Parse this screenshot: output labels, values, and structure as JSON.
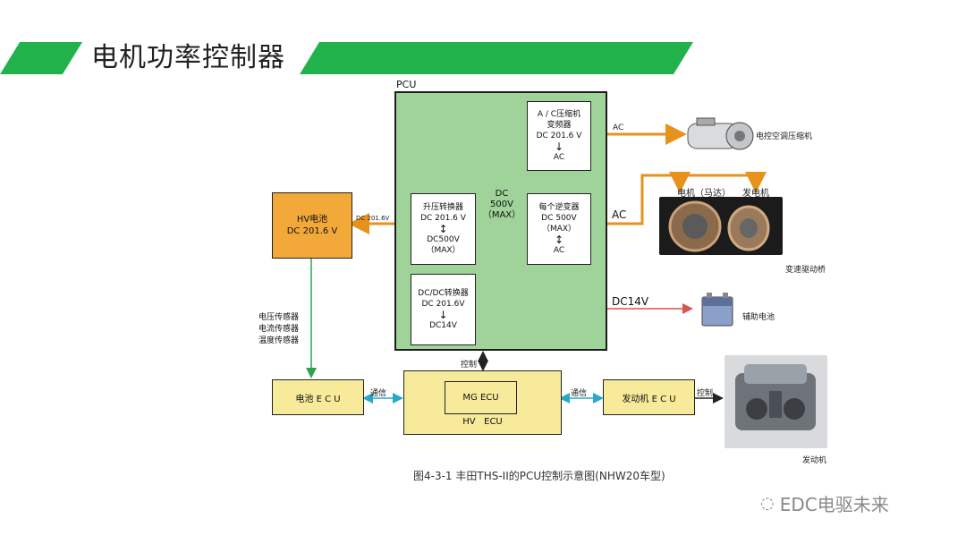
{
  "slide": {
    "title": "电机功率控制器"
  },
  "diagram": {
    "pcu_label": "PCU",
    "ac_compressor_inverter": {
      "line1": "A / C压缩机",
      "line2": "变频器",
      "line3": "DC 201.6 V",
      "arrow": "↓",
      "line4": "AC"
    },
    "boost_converter": {
      "line1": "升压转换器",
      "line2": "DC 201.6 V",
      "arrow": "↕",
      "line3": "DC500V",
      "line4": "（MAX）"
    },
    "inverter": {
      "line1": "每个逆变器",
      "line2": "DC 500V",
      "line3": "（MAX）",
      "arrow": "↕",
      "line4": "AC"
    },
    "dcdc_converter": {
      "line1": "DC/DC转换器",
      "line2": "DC 201.6V",
      "arrow": "↓",
      "line3": "DC14V"
    },
    "hv_battery": {
      "line1": "HV电池",
      "line2": "DC 201.6 V"
    },
    "battery_ecu": "电池 E C U",
    "hv_ecu": "HV   ECU",
    "mg_ecu": "MG ECU",
    "engine_ecu": "发动机 E C U",
    "labels": {
      "ac_top": "AC",
      "ac_mid": "AC",
      "dc_link_1": "DC",
      "dc_link_2": "500V",
      "dc_link_3": "（MAX）",
      "dc_hv": "DC 201.6V",
      "dc14v": "DC14V",
      "sensor_1": "电压传感器",
      "sensor_2": "电流传感器",
      "sensor_3": "温度传感器",
      "control_pcu": "控制",
      "comm_left": "通信",
      "comm_right": "通信",
      "control_engine": "控制",
      "compressor": "电控空调压缩机",
      "motor": "电机（马达）",
      "generator": "发电机",
      "transaxle": "变速驱动桥",
      "aux_battery": "辅助电池",
      "engine": "发动机"
    },
    "caption": "图4-3-1 丰田THS-II的PCU控制示意图(NHW20车型)",
    "watermark": "EDC电驱未来",
    "colors": {
      "green": "#22b24c",
      "pcu_fill": "#9fd39a",
      "hv_battery": "#f2a93a",
      "ecu_fill": "#f7ea9a",
      "orange_line": "#e8921e",
      "red_line": "#d9534f",
      "teal_line": "#2aa7c9",
      "sensor_line": "#2fa34a"
    }
  }
}
